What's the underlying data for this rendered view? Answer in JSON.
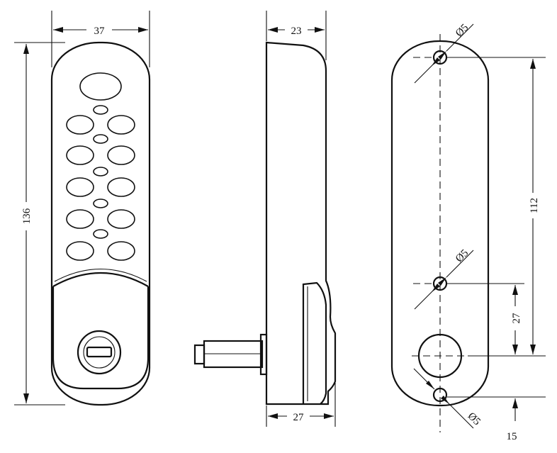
{
  "front_view": {
    "width_dim": "37",
    "height_dim": "136"
  },
  "side_view": {
    "depth_dim": "23",
    "base_dim": "27"
  },
  "rear_view": {
    "hole_top": "Ø5",
    "hole_mid": "Ø5",
    "hole_bottom": "Ø5",
    "spacing_dim": "112",
    "mid_to_center_dim": "27",
    "bottom_dim": "15"
  }
}
